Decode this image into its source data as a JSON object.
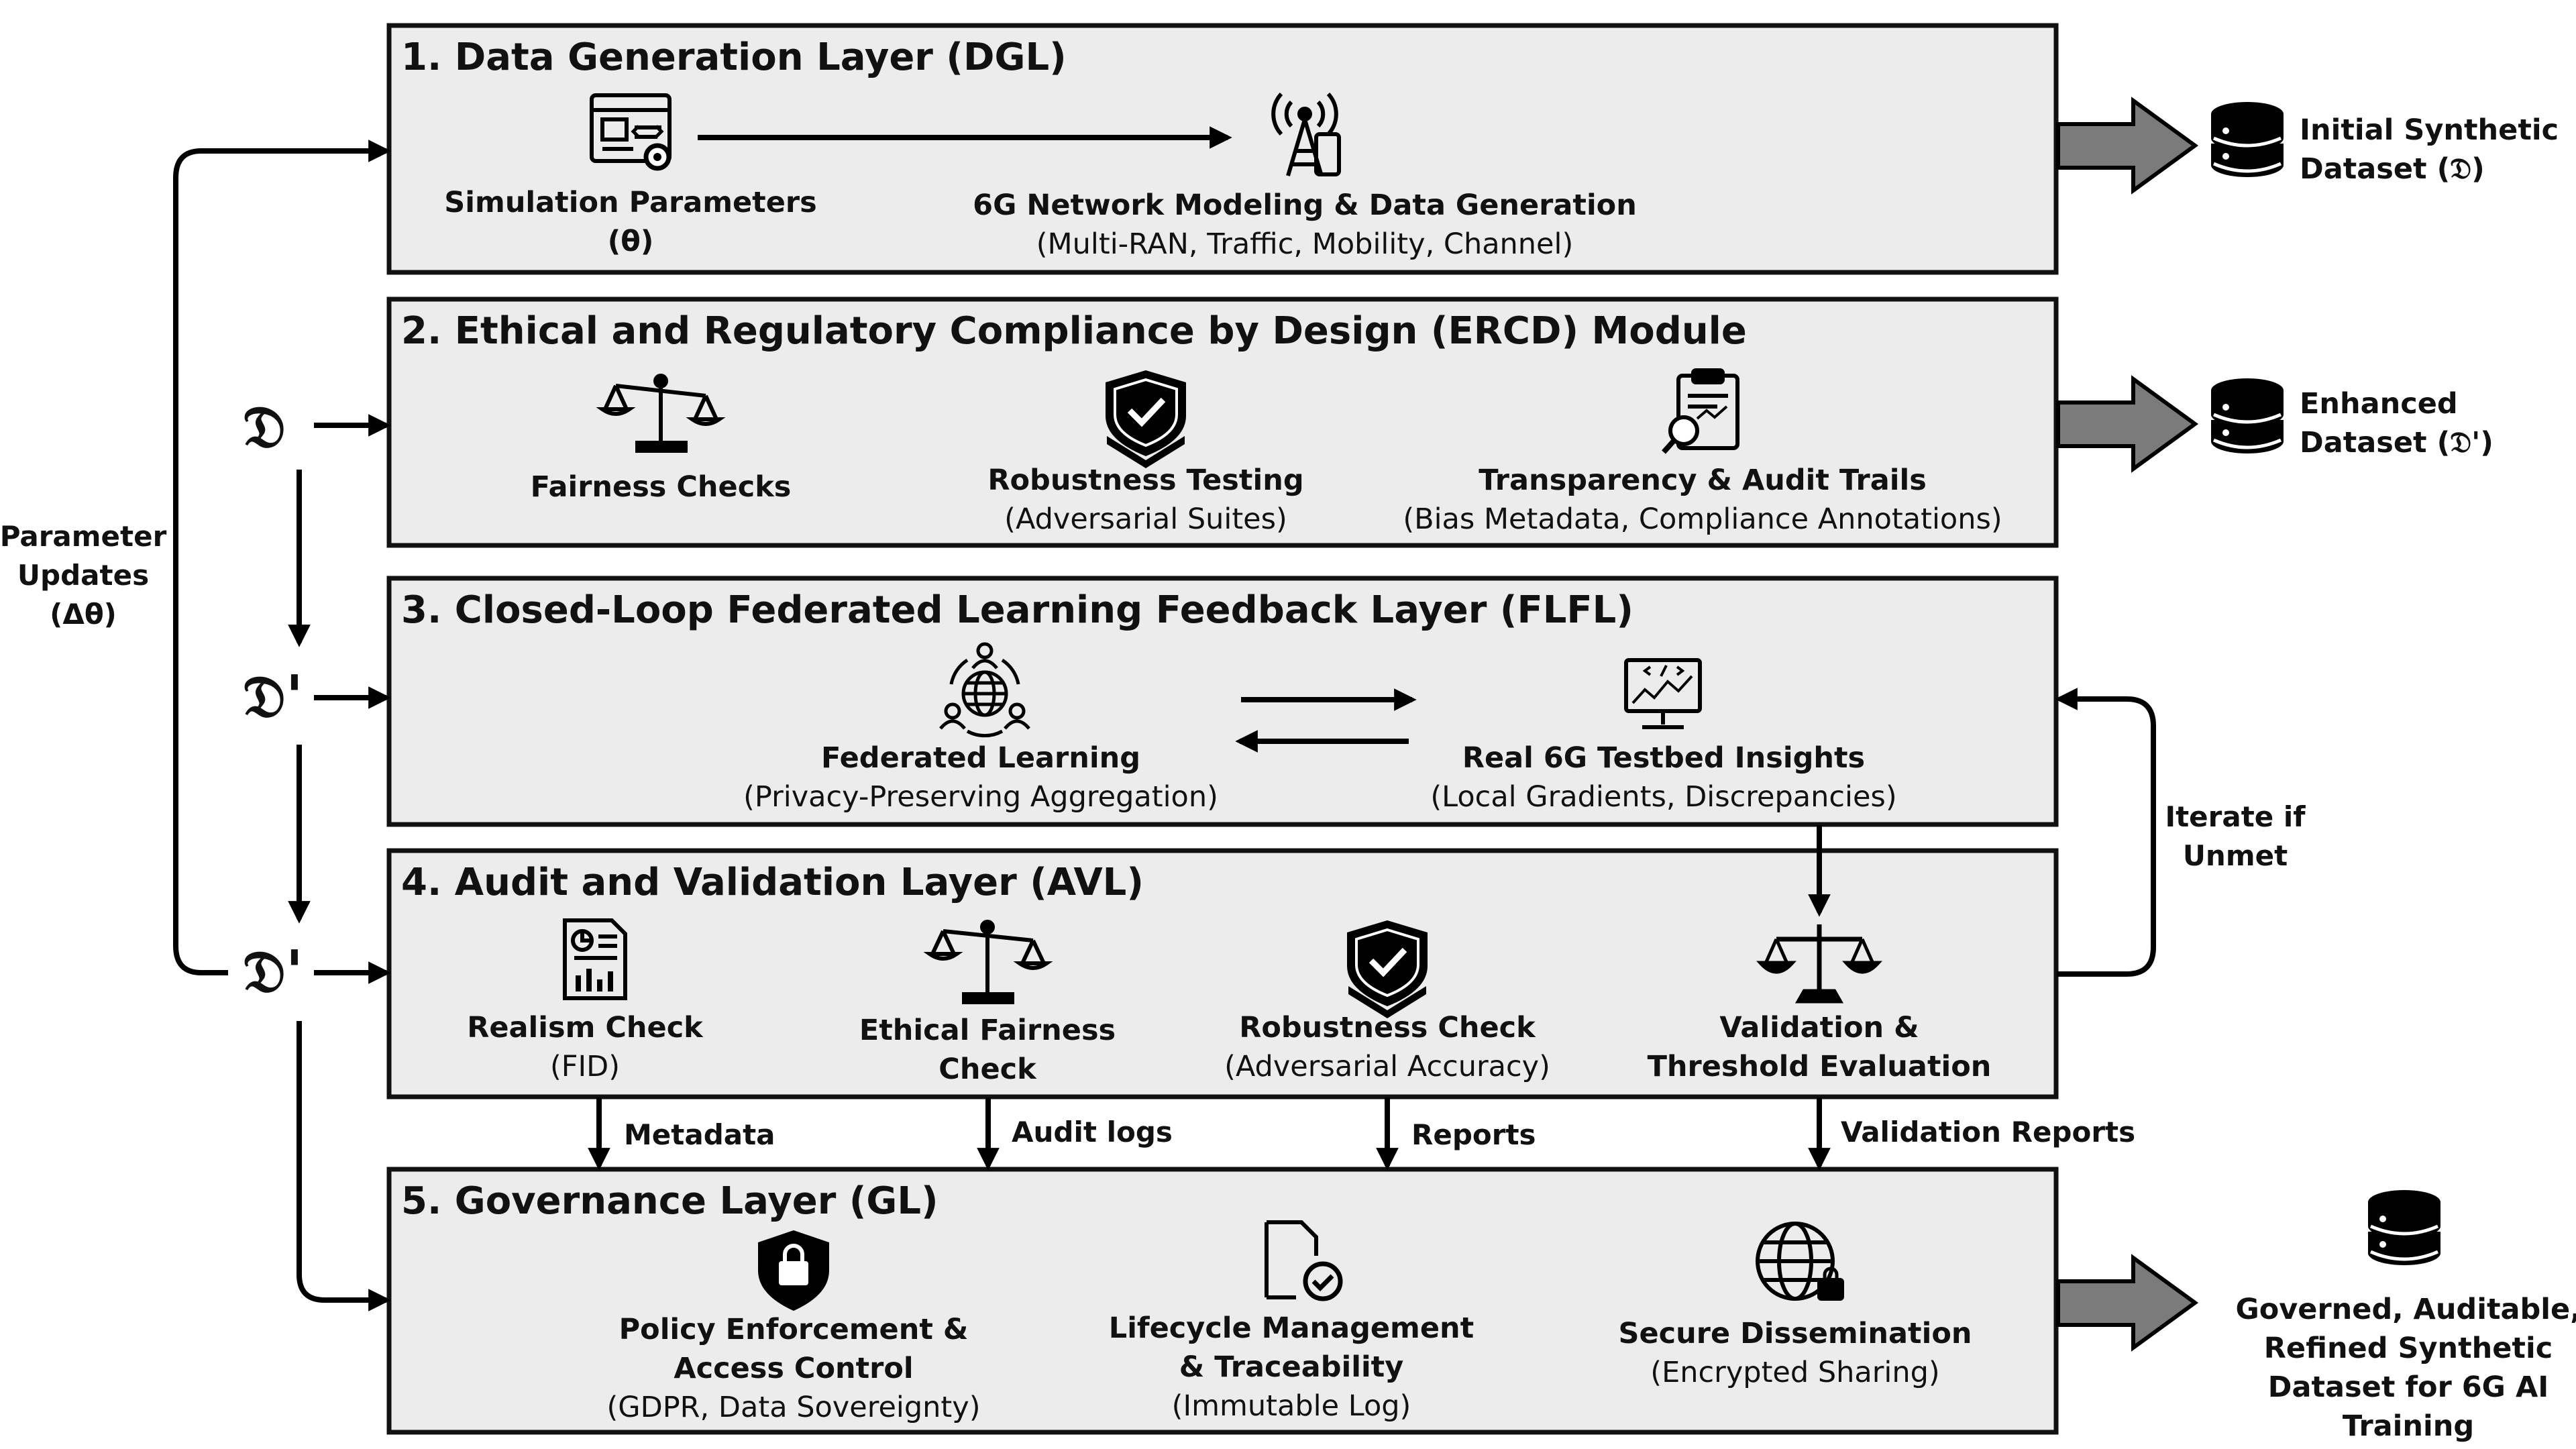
{
  "layers": [
    {
      "title": "1. Data Generation Layer (DGL)",
      "items": [
        {
          "icon": "settings-window-icon",
          "name": "Simulation Parameters",
          "sub": "(θ)"
        },
        {
          "icon": "cell-tower-icon",
          "name": "6G Network Modeling & Data Generation",
          "sub": "(Multi-RAN, Traffic, Mobility, Channel)"
        }
      ]
    },
    {
      "title": "2. Ethical and Regulatory Compliance by Design (ERCD) Module",
      "items": [
        {
          "icon": "scale-icon",
          "name": "Fairness Checks",
          "sub": ""
        },
        {
          "icon": "shield-check-icon",
          "name": "Robustness Testing",
          "sub": "(Adversarial Suites)"
        },
        {
          "icon": "clipboard-audit-icon",
          "name": "Transparency & Audit Trails",
          "sub": "(Bias Metadata, Compliance Annotations)"
        }
      ]
    },
    {
      "title": "3. Closed-Loop Federated Learning Feedback Layer (FLFL)",
      "items": [
        {
          "icon": "federated-globe-icon",
          "name": "Federated Learning",
          "sub": "(Privacy-Preserving Aggregation)"
        },
        {
          "icon": "monitor-chart-icon",
          "name": "Real 6G Testbed Insights",
          "sub": "(Local Gradients, Discrepancies)"
        }
      ]
    },
    {
      "title": "4. Audit and Validation Layer (AVL)",
      "items": [
        {
          "icon": "report-document-icon",
          "name": "Realism Check",
          "sub": "(FID)"
        },
        {
          "icon": "scale-icon",
          "name": "Ethical Fairness",
          "name2": "Check"
        },
        {
          "icon": "shield-check-icon",
          "name": "Robustness Check",
          "sub": "(Adversarial Accuracy)"
        },
        {
          "icon": "balance-scale-icon",
          "name": "Validation &",
          "name2": "Threshold Evaluation"
        }
      ]
    },
    {
      "title": "5. Governance Layer (GL)",
      "items": [
        {
          "icon": "shield-lock-icon",
          "name": "Policy Enforcement &",
          "name2": "Access Control",
          "sub": "(GDPR, Data Sovereignty)"
        },
        {
          "icon": "document-check-icon",
          "name": "Lifecycle Management",
          "name2": "& Traceability",
          "sub": "(Immutable Log)"
        },
        {
          "icon": "globe-lock-icon",
          "name": "Secure Dissemination",
          "sub": "(Encrypted Sharing)"
        }
      ]
    }
  ],
  "outputs": [
    {
      "icon": "database-icon",
      "line1": "Initial Synthetic",
      "line2": "Dataset (𝔇)"
    },
    {
      "icon": "database-icon",
      "line1": "Enhanced",
      "line2": "Dataset (𝔇')"
    },
    {
      "icon": "database-icon",
      "line1": "Governed, Auditable,",
      "line2": "Refined Synthetic",
      "line3": "Dataset for 6G AI",
      "line4": "Training"
    }
  ],
  "left": {
    "param_line1": "Parameter",
    "param_line2": "Updates",
    "param_line3": "(Δθ)",
    "d1": "𝔇",
    "d2": "𝔇'",
    "d3": "𝔇'"
  },
  "flow_labels": [
    "Metadata",
    "Audit logs",
    "Reports",
    "Validation Reports"
  ],
  "iterate": {
    "line1": "Iterate if",
    "line2": "Unmet"
  }
}
